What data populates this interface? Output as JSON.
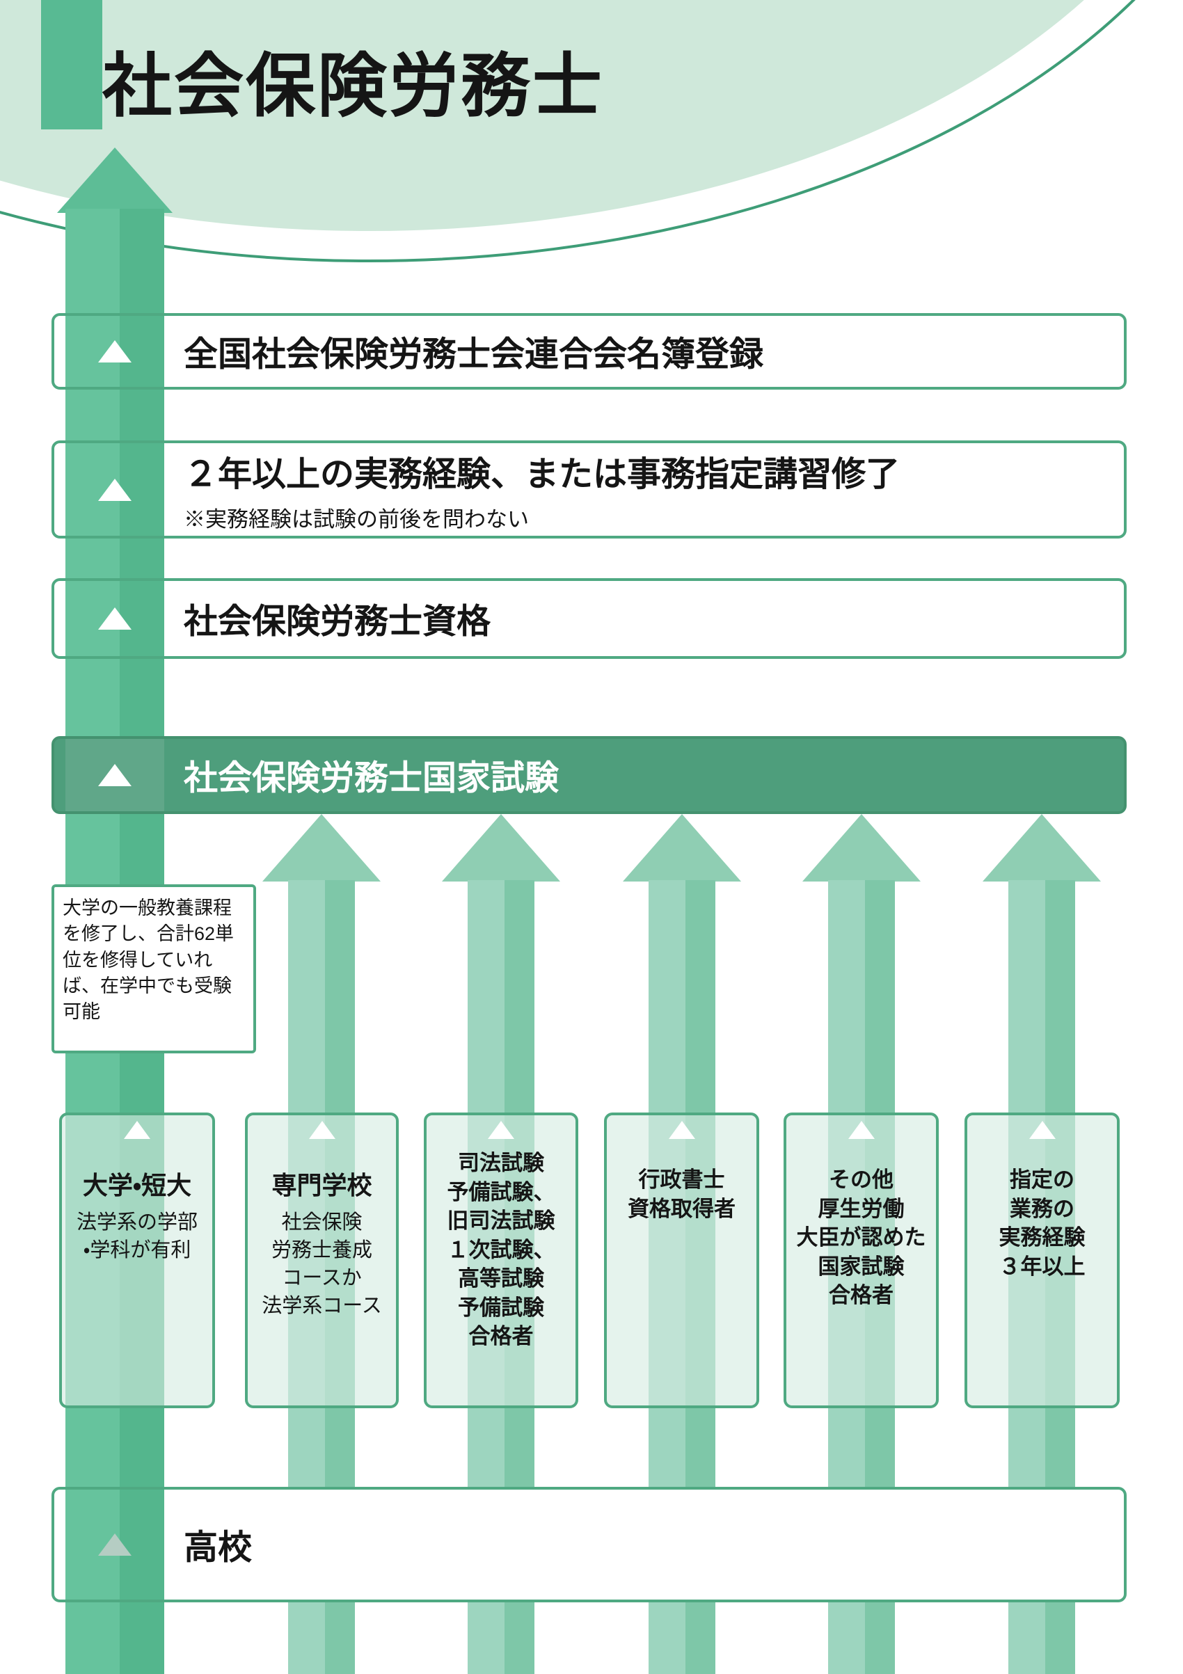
{
  "title": "社会保険労務士",
  "colors": {
    "mint": "#cfe8da",
    "arc_green": "#3e9d77",
    "arrow_green": "#5dbd96",
    "route_arrow_green": "#8fceb3",
    "box_border_green": "#4fa982",
    "exam_box_green": "#4e9e7c"
  },
  "steps": [
    {
      "label": "全国社会保険労務士会連合会名簿登録"
    },
    {
      "label": "２年以上の実務経験、または事務指定講習修了",
      "note": "※実務経験は試験の前後を問わない"
    },
    {
      "label": "社会保険労務士資格"
    },
    {
      "label": "社会保険労務士国家試験"
    }
  ],
  "side_note": "大学の一般教養課程を修了し、合計62単位を修得していれば、在学中でも受験可能",
  "routes": [
    {
      "title": "大学・短大",
      "body": "法学系の学部\n・学科が有利"
    },
    {
      "title": "専門学校",
      "body": "社会保険\n労務士養成\nコースか\n法学系コース"
    },
    {
      "title": "",
      "body": "司法試験\n予備試験、\n旧司法試験\n１次試験、\n高等試験\n予備試験\n合格者"
    },
    {
      "title": "",
      "body": "行政書士\n資格取得者"
    },
    {
      "title": "",
      "body": "その他\n厚生労働\n大臣が認めた\n国家試験\n合格者"
    },
    {
      "title": "",
      "body": "指定の\n業務の\n実務経験\n３年以上"
    }
  ],
  "base": {
    "label": "高校"
  }
}
